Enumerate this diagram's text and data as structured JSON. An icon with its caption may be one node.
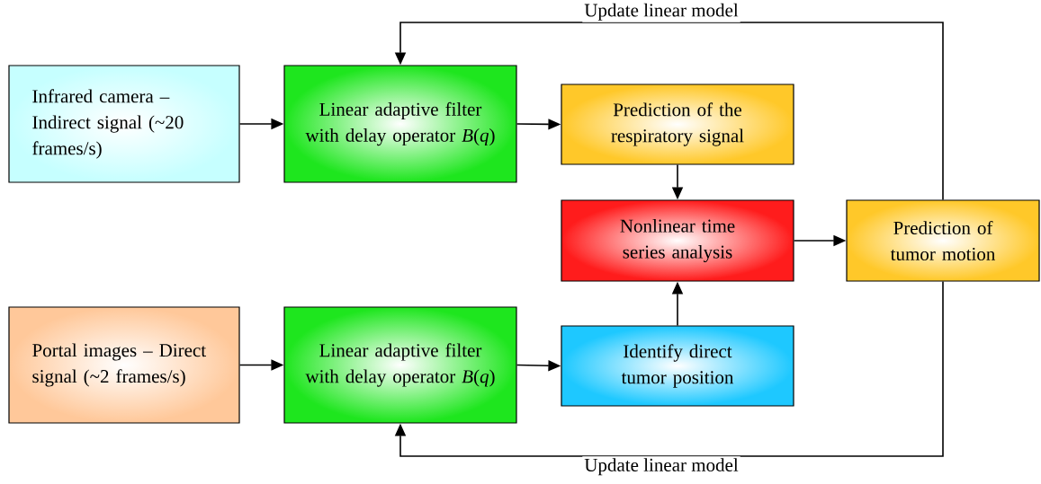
{
  "diagram": {
    "nodes": [
      {
        "text": [
          "Infrared camera – Indirect signal (~20 frames/s)"
        ]
      },
      {
        "text": [
          "Linear adaptive filter with delay operator *B*(*q*)"
        ]
      },
      {
        "text": [
          "Prediction of the respiratory signal"
        ]
      },
      {
        "text": [
          "Nonlinear time series analysis"
        ]
      },
      {
        "text": [
          "Prediction of tumor motion"
        ]
      },
      {
        "text": [
          "Portal images – Direct signal (~2 frames/s)"
        ]
      },
      {
        "text": [
          "Linear adaptive filter with delay operator *B*(*q*)"
        ]
      },
      {
        "text": [
          "Identify direct tumor position"
        ]
      }
    ],
    "edges": [
      {
        "from": 0,
        "to": 1,
        "arrow": "to"
      },
      {
        "from": 1,
        "to": 2,
        "arrow": "to"
      },
      {
        "from": 2,
        "to": 3,
        "arrow": "to"
      },
      {
        "from": 3,
        "to": 4,
        "arrow": "to"
      },
      {
        "from": 5,
        "to": 6,
        "arrow": "to"
      },
      {
        "from": 6,
        "to": 7,
        "arrow": "to"
      },
      {
        "from": 7,
        "to": 3,
        "arrow": "to"
      },
      {
        "from": 4,
        "to": 1,
        "arrow": "to",
        "label": "Update linear model"
      },
      {
        "from": 4,
        "to": 6,
        "arrow": "to",
        "label": "Update linear model"
      }
    ]
  }
}
